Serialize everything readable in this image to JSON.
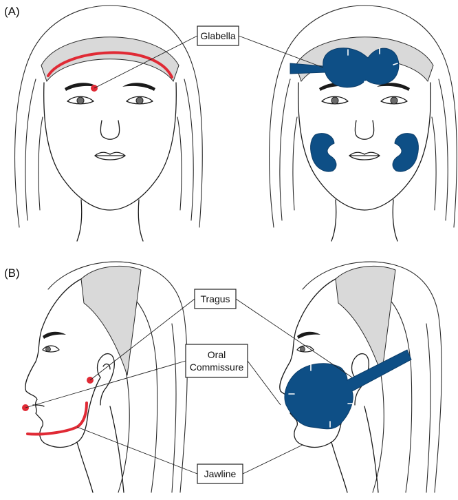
{
  "panels": [
    {
      "id": "A",
      "label": "(A)"
    },
    {
      "id": "B",
      "label": "(B)"
    }
  ],
  "callouts": {
    "glabella": "Glabella",
    "tragus": "Tragus",
    "oral_commissure_line1": "Oral",
    "oral_commissure_line2": "Commissure",
    "jawline": "Jawline"
  },
  "colors": {
    "landmark": "#e02a35",
    "patch": "#0e4f86",
    "headband": "#d9d9d9"
  }
}
